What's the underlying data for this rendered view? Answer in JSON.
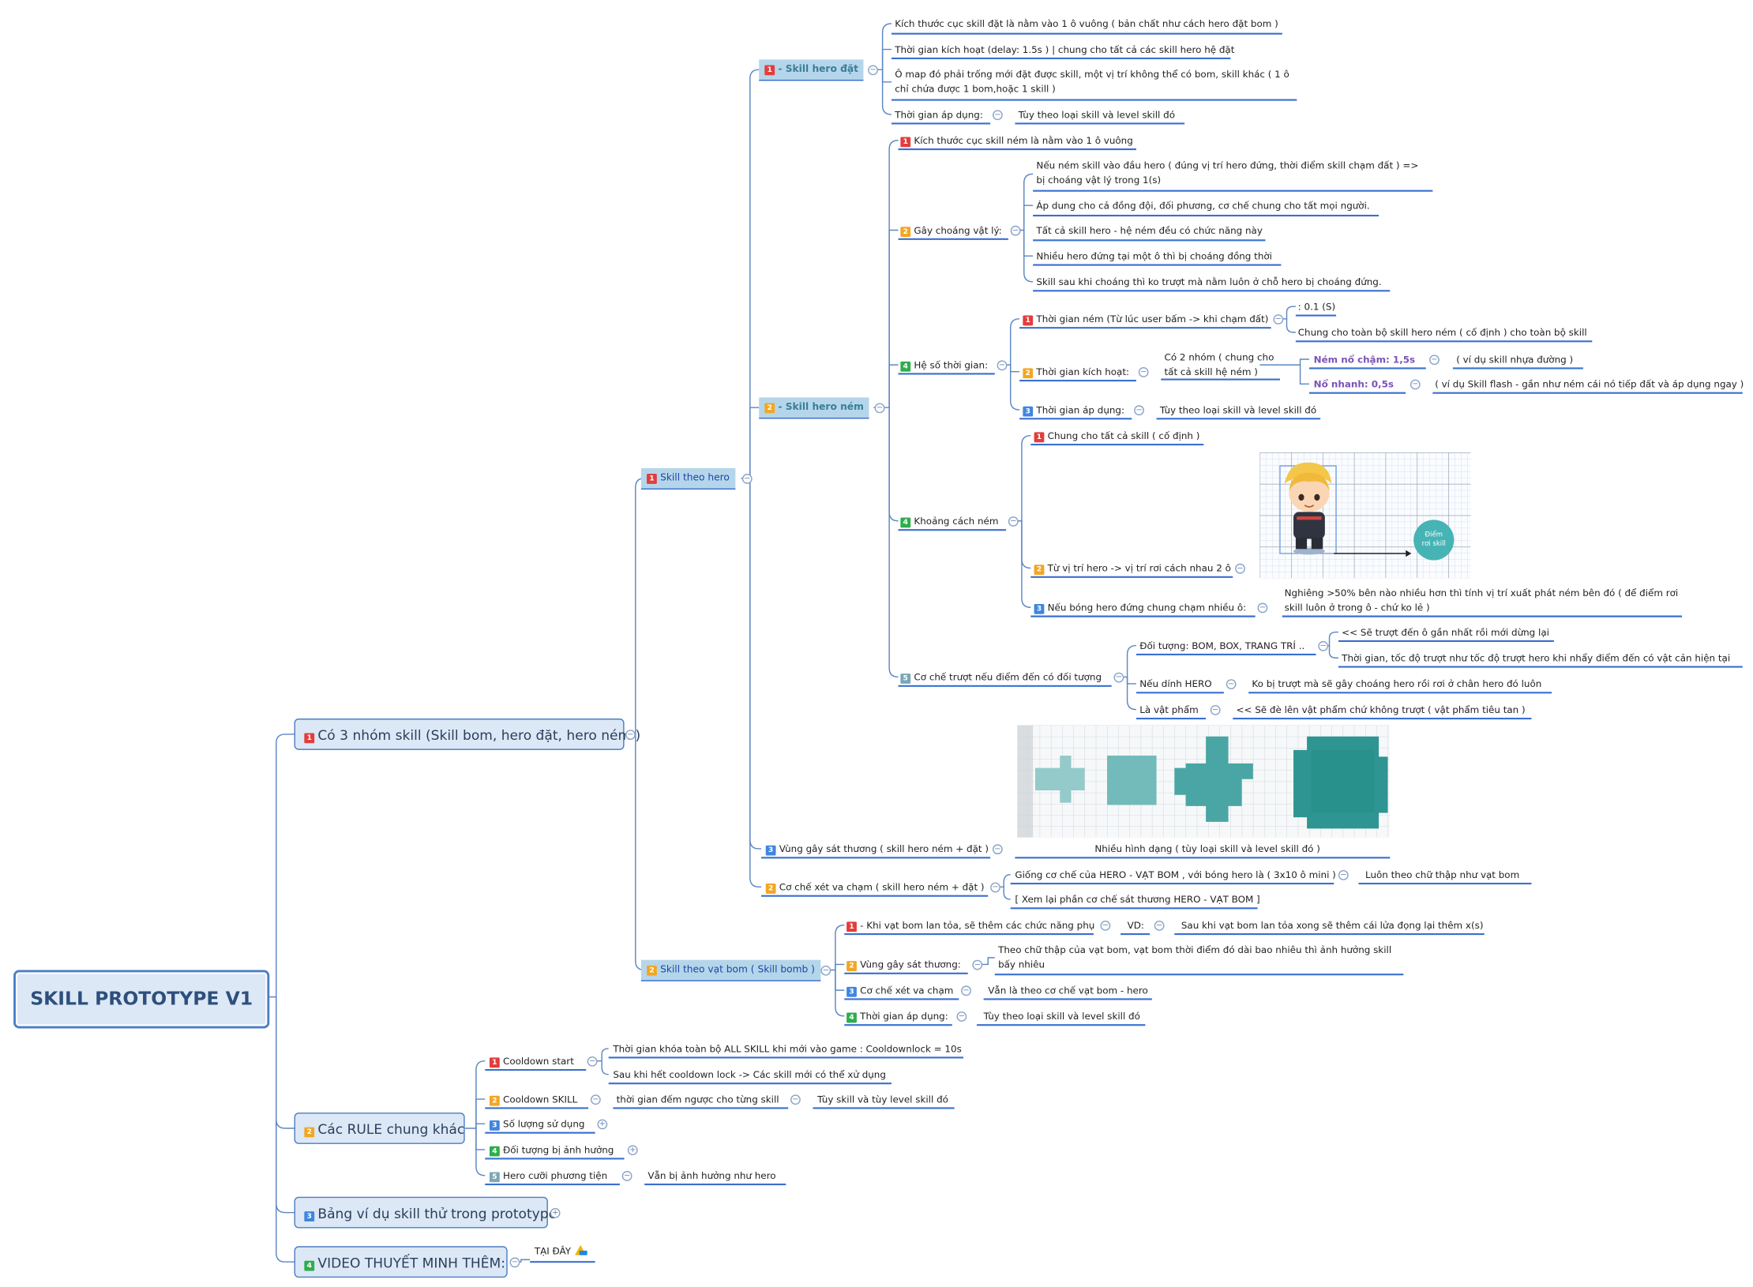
{
  "root": "SKILL PROTOTYPE V1",
  "g1": {
    "label": "Có 3 nhóm skill (Skill bom, hero đặt, hero ném )",
    "hero": {
      "label": "Skill theo hero",
      "dat": {
        "label": "- Skill hero đặt",
        "items": [
          "Kích thước cục skill đặt là nằm vào 1 ô vuông ( bản chất như cách hero đặt bom )",
          "Thời gian kích hoạt (delay: 1.5s ) | chung cho tất cả các skill hero hệ đặt",
          "Ô map đó phải trống mới đặt được skill, một vị trí không thể có bom, skill khác ( 1 ô chỉ chứa được 1 bom,hoặc 1 skill )",
          "Thời gian áp dụng:"
        ],
        "apdung_value": "Tùy theo loại skill và level skill đó"
      },
      "nem": {
        "label": "- Skill hero ném",
        "size": "Kích thước cục skill ném là nằm vào 1 ô vuông",
        "stun": {
          "label": "Gây choáng vật lý:",
          "items": [
            "Nếu ném skill vào đầu hero ( đúng vị trí hero đứng, thời điểm skill chạm đất ) => bị choáng vật lý trong 1(s)",
            "Áp dung cho cả đồng đội, đối phương, cơ chế chung cho tất mọi người.",
            "Tất cả skill hero - hệ ném đều có chức năng này",
            "Nhiều hero đứng tại một ô thì bị choáng đồng thời",
            "Skill sau khi choáng thì ko trượt mà nằm luôn ở chỗ hero bị choáng đứng."
          ]
        },
        "time": {
          "label": "Hệ số thời gian:",
          "throw": {
            "label": "Thời gian ném (Từ lúc user bấm -> khi chạm đất)",
            "v1": ": 0.1 (S)",
            "v2": "Chung cho toàn bộ skill hero ném ( cố định ) cho toàn bộ skill"
          },
          "activate": {
            "label": "Thời gian kích hoạt:",
            "group": "Có 2 nhóm ( chung cho tất cả skill hệ ném )",
            "slow": "Ném nổ chậm: 1,5s",
            "slow_ex": "( ví dụ skill nhựa đường )",
            "fast": "Nổ nhanh: 0,5s",
            "fast_ex": "( ví dụ Skill flash - gần như ném cái nó tiếp đất và áp dụng ngay )"
          },
          "apply": {
            "label": "Thời gian áp dụng:",
            "value": "Tùy theo loại skill và level skill đó"
          }
        },
        "dist": {
          "label": "Khoảng cách ném",
          "common": "Chung cho tất cả skill ( cố định )",
          "from": "Từ vị trí hero -> vị trí rơi cách nhau 2 ô",
          "multi": "Nếu bóng hero đứng chung chạm nhiều ô:",
          "multi_value": "Nghiêng >50% bên nào nhiều hơn thì tính vị trí xuất phát ném bên đó ( để điểm rơi skill luôn ở trong ô - chứ ko lẻ )",
          "target_label": "Điểm rơi skill"
        },
        "slide": {
          "label": "Cơ chế trượt nếu điểm đến có đối tượng",
          "obj": "Đối tượng: BOM, BOX, TRANG TRÍ ..",
          "obj_v1": "<< Sẽ trượt đến ô gần nhất rồi mới dừng lại",
          "obj_v2": "Thời gian, tốc độ trượt như tốc độ trượt hero khi nhẩy điểm đến có vật cản hiện tại",
          "hero": "Nếu dính HERO",
          "hero_v": "Ko bị trượt mà sẽ gây choáng hero rồi rơi ở chân hero đó luôn",
          "item": "Là vật phẩm",
          "item_v": "<< Sẽ đè lên vật phẩm chứ không trượt ( vật phẩm tiêu tan )"
        }
      },
      "damage": {
        "label": "Vùng gây sát thương ( skill hero ném + đặt )",
        "value": "Nhiều hình dạng ( tùy loại skill và level skill đó )"
      },
      "collide": {
        "label": "Cơ chế xét va chạm  ( skill hero ném + đặt )",
        "v1": "Giống cơ chế của HERO - VẠT BOM , với bóng hero là ( 3x10 ô mini )",
        "v1b": "Luôn theo chữ thập như vạt bom",
        "v2": "[ Xem lại phần cơ chế sát thương HERO - VẠT BOM ]"
      }
    },
    "bomb": {
      "label": "Skill theo vạt bom ( Skill bomb )",
      "i1": "- Khi vạt bom lan tỏa, sẽ thêm các chức năng phụ",
      "i1_vd": "VD:",
      "i1_v": "Sau khi vạt bom lan tỏa xong sẽ thêm cái lửa đọng lại thêm x(s)",
      "i2": "Vùng gây sát thương:",
      "i2_v": "Theo chữ thập của vạt bom, vạt bom thời điểm đó dài bao nhiêu thì ảnh hưởng skill bấy nhiêu",
      "i3": "Cơ chế xét va chạm",
      "i3_v": "Vẫn là theo cơ chế vạt bom - hero",
      "i4": "Thời gian áp dụng:",
      "i4_v": "Tùy theo loại skill và level skill đó"
    }
  },
  "g2": {
    "label": "Các RULE chung khác",
    "cd_start": "Cooldown start",
    "cd_start_v1": "Thời gian khóa toàn bộ ALL SKILL khi mới vào game : Cooldownlock = 10s",
    "cd_start_v2": "Sau khi hết cooldown lock -> Các skill mới có thể xử dụng",
    "cd_skill": "Cooldown SKILL",
    "cd_skill_v1": "thời gian đếm ngược cho từng skill",
    "cd_skill_v2": "Tùy skill và tùy level skill đó",
    "qty": "Số lượng sử dụng",
    "affected": "Đối tượng bị ảnh hưởng",
    "vehicle": "Hero cưỡi phương tiện",
    "vehicle_v": "Vẫn bị ảnh hưởng như hero"
  },
  "g3": {
    "label": "Bảng ví dụ skill thử trong prototype"
  },
  "g4": {
    "label": "VIDEO THUYẾT MINH THÊM:",
    "link": "TẠI ĐÂY"
  }
}
